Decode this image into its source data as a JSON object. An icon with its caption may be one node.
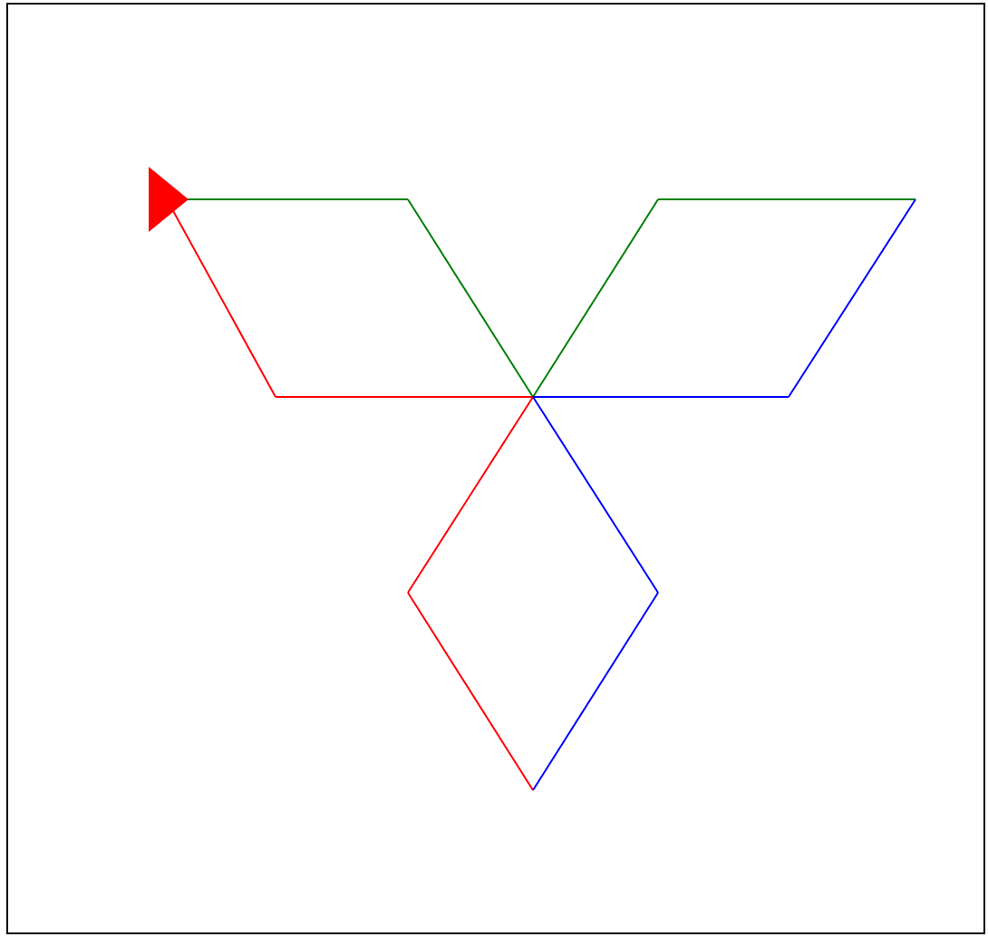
{
  "diagram": {
    "nodes": [
      {
        "text": [],
        "shape": "triangle"
      },
      {
        "text": [],
        "shape": "rhombus"
      },
      {
        "text": [],
        "shape": "rhombus"
      },
      {
        "text": [],
        "shape": "rhombus"
      }
    ]
  }
}
